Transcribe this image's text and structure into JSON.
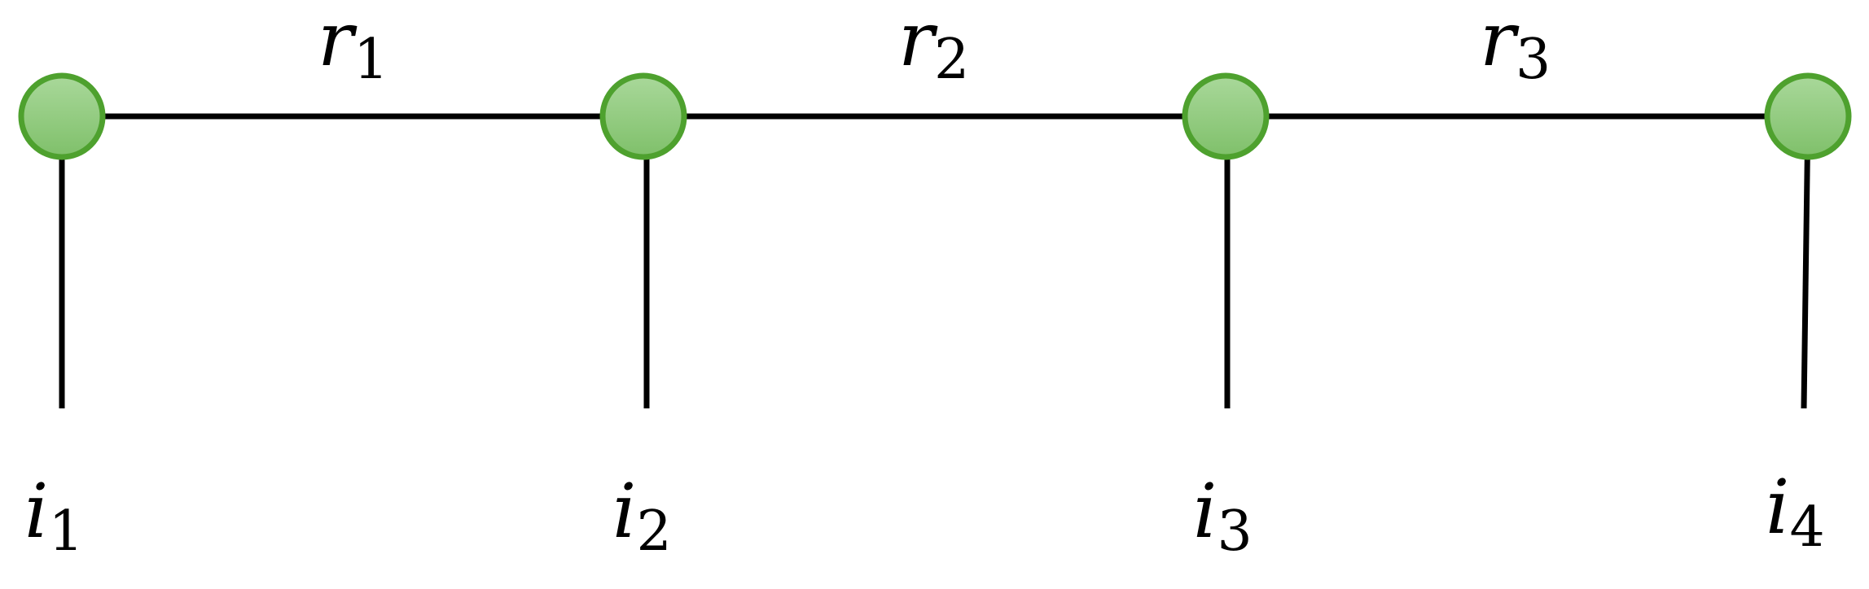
{
  "diagram": {
    "node_color": "#8fc97a",
    "node_stroke_color": "#4ea12e",
    "line_color": "#000000",
    "bond_labels": [
      {
        "symbol": "r",
        "subscript": "1"
      },
      {
        "symbol": "r",
        "subscript": "2"
      },
      {
        "symbol": "r",
        "subscript": "3"
      }
    ],
    "leg_labels": [
      {
        "symbol": "i",
        "subscript": "1"
      },
      {
        "symbol": "i",
        "subscript": "2"
      },
      {
        "symbol": "i",
        "subscript": "3"
      },
      {
        "symbol": "i",
        "subscript": "4"
      }
    ]
  }
}
